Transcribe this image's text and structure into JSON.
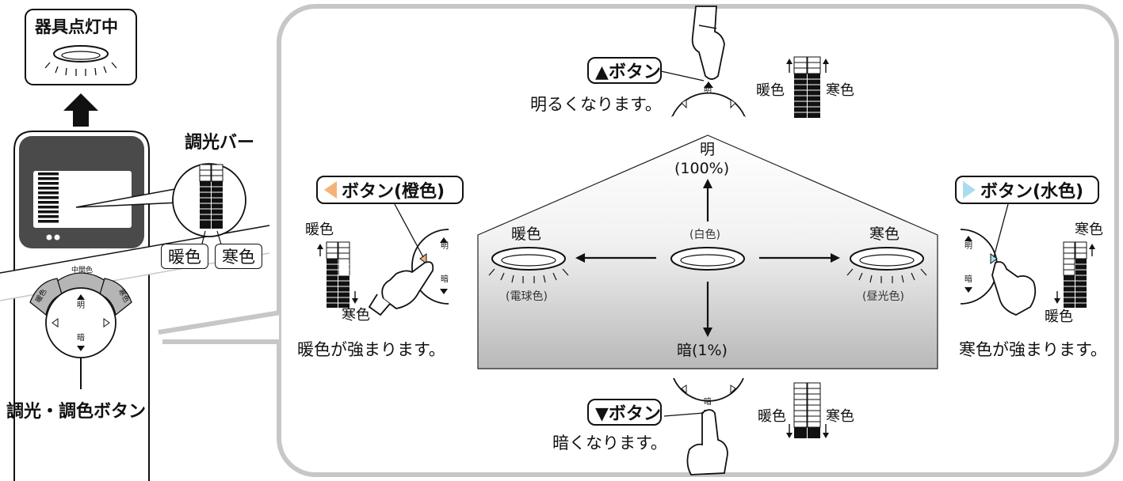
{
  "left": {
    "lit_label": "器具点灯中",
    "dimmer_bar_label": "調光バー",
    "warm": "暖色",
    "cool": "寒色",
    "button_label": "調光・調色ボタン",
    "remote_mid": "中間色",
    "remote_warm": "暖色",
    "remote_cool": "寒色",
    "bright": "明",
    "dark": "暗"
  },
  "up": {
    "button": "▲ボタン",
    "desc": "明るくなります。",
    "warm": "暖色",
    "cool": "寒色",
    "bright": "明"
  },
  "down": {
    "button": "▼ボタン",
    "desc": "暗くなります。",
    "warm": "暖色",
    "cool": "寒色",
    "dark": "暗"
  },
  "leftbtn": {
    "button": "ボタン(橙色)",
    "desc": "暖色が強まります。",
    "warm": "暖色",
    "cool": "寒色",
    "bright": "明",
    "dark": "暗"
  },
  "rightbtn": {
    "button": "ボタン(水色)",
    "desc": "寒色が強まります。",
    "warm": "暖色",
    "cool": "寒色",
    "bright": "明",
    "dark": "暗"
  },
  "center": {
    "bright": "明",
    "bright_pct": "(100%)",
    "dark": "暗(1%)",
    "white": "(白色)",
    "warm": "暖色",
    "bulb": "(電球色)",
    "cool": "寒色",
    "daylight": "(昼光色)"
  }
}
